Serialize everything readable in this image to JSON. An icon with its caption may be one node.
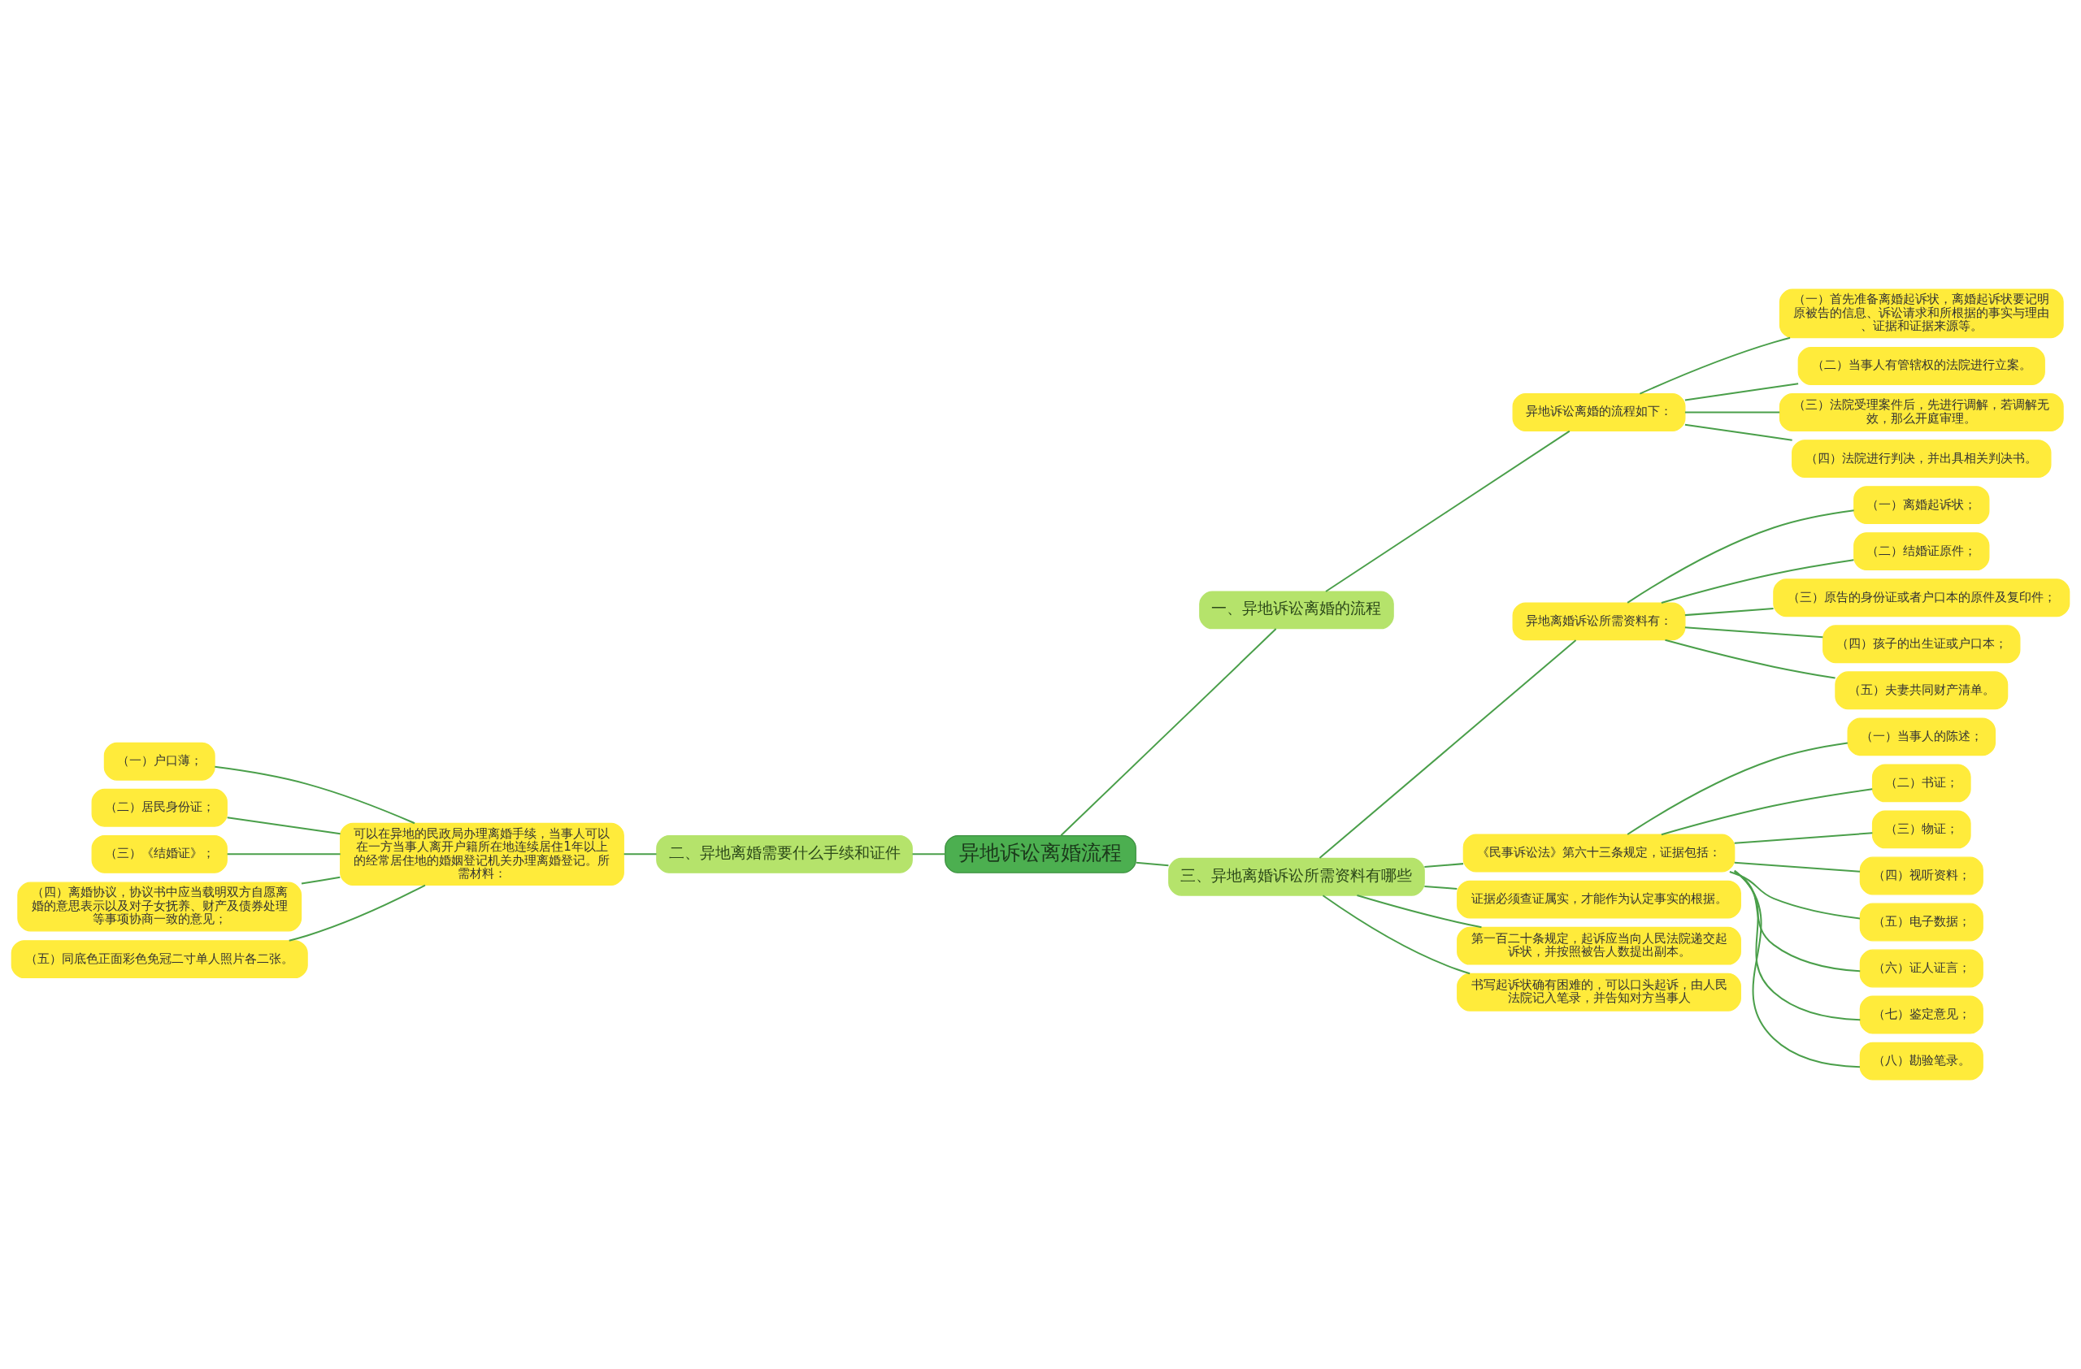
{
  "diagram": {
    "nodes": [
      {
        "text": [
          "异地诉讼离婚流程"
        ]
      },
      {
        "text": [
          "一、异地诉讼离婚的流程"
        ]
      },
      {
        "text": [
          "异地诉讼离婚的流程如下："
        ]
      },
      {
        "text": [
          "（一）首先准备离婚起诉状，离婚起诉状要记明原被告的信息、诉讼请求和所根据的事实与理由、证据和证据来源等。"
        ]
      },
      {
        "text": [
          "（二）当事人有管辖权的法院进行立案。"
        ]
      },
      {
        "text": [
          "（三）法院受理案件后，先进行调解，若调解无效，那么开庭审理。"
        ]
      },
      {
        "text": [
          "（四）法院进行判决，并出具相关判决书。"
        ]
      },
      {
        "text": [
          "二、异地离婚需要什么手续和证件"
        ]
      },
      {
        "text": [
          "可以在异地的民政局办理离婚手续，当事人可以在一方当事人离开户籍所在地连续居住1年以上的经常居住地的婚姻登记机关办理离婚登记。所需材料："
        ]
      },
      {
        "text": [
          "（一）户口薄；"
        ]
      },
      {
        "text": [
          "（二）居民身份证；"
        ]
      },
      {
        "text": [
          "（三）《结婚证》；"
        ]
      },
      {
        "text": [
          "（四）离婚协议，协议书中应当载明双方自愿离婚的意思表示以及对子女抚养、财产及债券处理等事项协商一致的意见；"
        ]
      },
      {
        "text": [
          "（五）同底色正面彩色免冠二寸单人照片各二张。"
        ]
      },
      {
        "text": [
          "三、异地离婚诉讼所需资料有哪些"
        ]
      },
      {
        "text": [
          "异地离婚诉讼所需资料有："
        ]
      },
      {
        "text": [
          "（一）离婚起诉状；"
        ]
      },
      {
        "text": [
          "（二）结婚证原件；"
        ]
      },
      {
        "text": [
          "（三）原告的身份证或者户口本的原件及复印件；"
        ]
      },
      {
        "text": [
          "（四）孩子的出生证或户口本；"
        ]
      },
      {
        "text": [
          "（五）夫妻共同财产清单。"
        ]
      },
      {
        "text": [
          "《民事诉讼法》第六十三条规定，证据包括："
        ]
      },
      {
        "text": [
          "（一）当事人的陈述；"
        ]
      },
      {
        "text": [
          "（二）书证；"
        ]
      },
      {
        "text": [
          "（三）物证；"
        ]
      },
      {
        "text": [
          "（四）视听资料；"
        ]
      },
      {
        "text": [
          "（五）电子数据；"
        ]
      },
      {
        "text": [
          "（六）证人证言；"
        ]
      },
      {
        "text": [
          "（七）鉴定意见；"
        ]
      },
      {
        "text": [
          "（八）勘验笔录。"
        ]
      },
      {
        "text": [
          "证据必须查证属实，才能作为认定事实的根据。"
        ]
      },
      {
        "text": [
          "第一百二十条规定，起诉应当向人民法院递交起诉状，并按照被告人数提出副本。"
        ]
      },
      {
        "text": [
          "书写起诉状确有困难的，可以口头起诉，由人民法院记入笔录，并告知对方当事人"
        ]
      }
    ],
    "edges": [
      {
        "from": 0,
        "to": 1,
        "arrow": "none"
      },
      {
        "from": 1,
        "to": 2,
        "arrow": "none"
      },
      {
        "from": 2,
        "to": 3,
        "arrow": "none"
      },
      {
        "from": 2,
        "to": 4,
        "arrow": "none"
      },
      {
        "from": 2,
        "to": 5,
        "arrow": "none"
      },
      {
        "from": 2,
        "to": 6,
        "arrow": "none"
      },
      {
        "from": 0,
        "to": 7,
        "arrow": "none"
      },
      {
        "from": 7,
        "to": 8,
        "arrow": "none"
      },
      {
        "from": 8,
        "to": 9,
        "arrow": "none"
      },
      {
        "from": 8,
        "to": 10,
        "arrow": "none"
      },
      {
        "from": 8,
        "to": 11,
        "arrow": "none"
      },
      {
        "from": 8,
        "to": 12,
        "arrow": "none"
      },
      {
        "from": 8,
        "to": 13,
        "arrow": "none"
      },
      {
        "from": 0,
        "to": 14,
        "arrow": "none"
      },
      {
        "from": 14,
        "to": 15,
        "arrow": "none"
      },
      {
        "from": 15,
        "to": 16,
        "arrow": "none"
      },
      {
        "from": 15,
        "to": 17,
        "arrow": "none"
      },
      {
        "from": 15,
        "to": 18,
        "arrow": "none"
      },
      {
        "from": 15,
        "to": 19,
        "arrow": "none"
      },
      {
        "from": 15,
        "to": 20,
        "arrow": "none"
      },
      {
        "from": 14,
        "to": 21,
        "arrow": "none"
      },
      {
        "from": 21,
        "to": 22,
        "arrow": "none"
      },
      {
        "from": 21,
        "to": 23,
        "arrow": "none"
      },
      {
        "from": 21,
        "to": 24,
        "arrow": "none"
      },
      {
        "from": 21,
        "to": 25,
        "arrow": "none"
      },
      {
        "from": 21,
        "to": 26,
        "arrow": "none"
      },
      {
        "from": 21,
        "to": 27,
        "arrow": "none"
      },
      {
        "from": 21,
        "to": 28,
        "arrow": "none"
      },
      {
        "from": 21,
        "to": 29,
        "arrow": "none"
      },
      {
        "from": 14,
        "to": 30,
        "arrow": "none"
      },
      {
        "from": 14,
        "to": 31,
        "arrow": "none"
      },
      {
        "from": 14,
        "to": 32,
        "arrow": "none"
      }
    ]
  }
}
